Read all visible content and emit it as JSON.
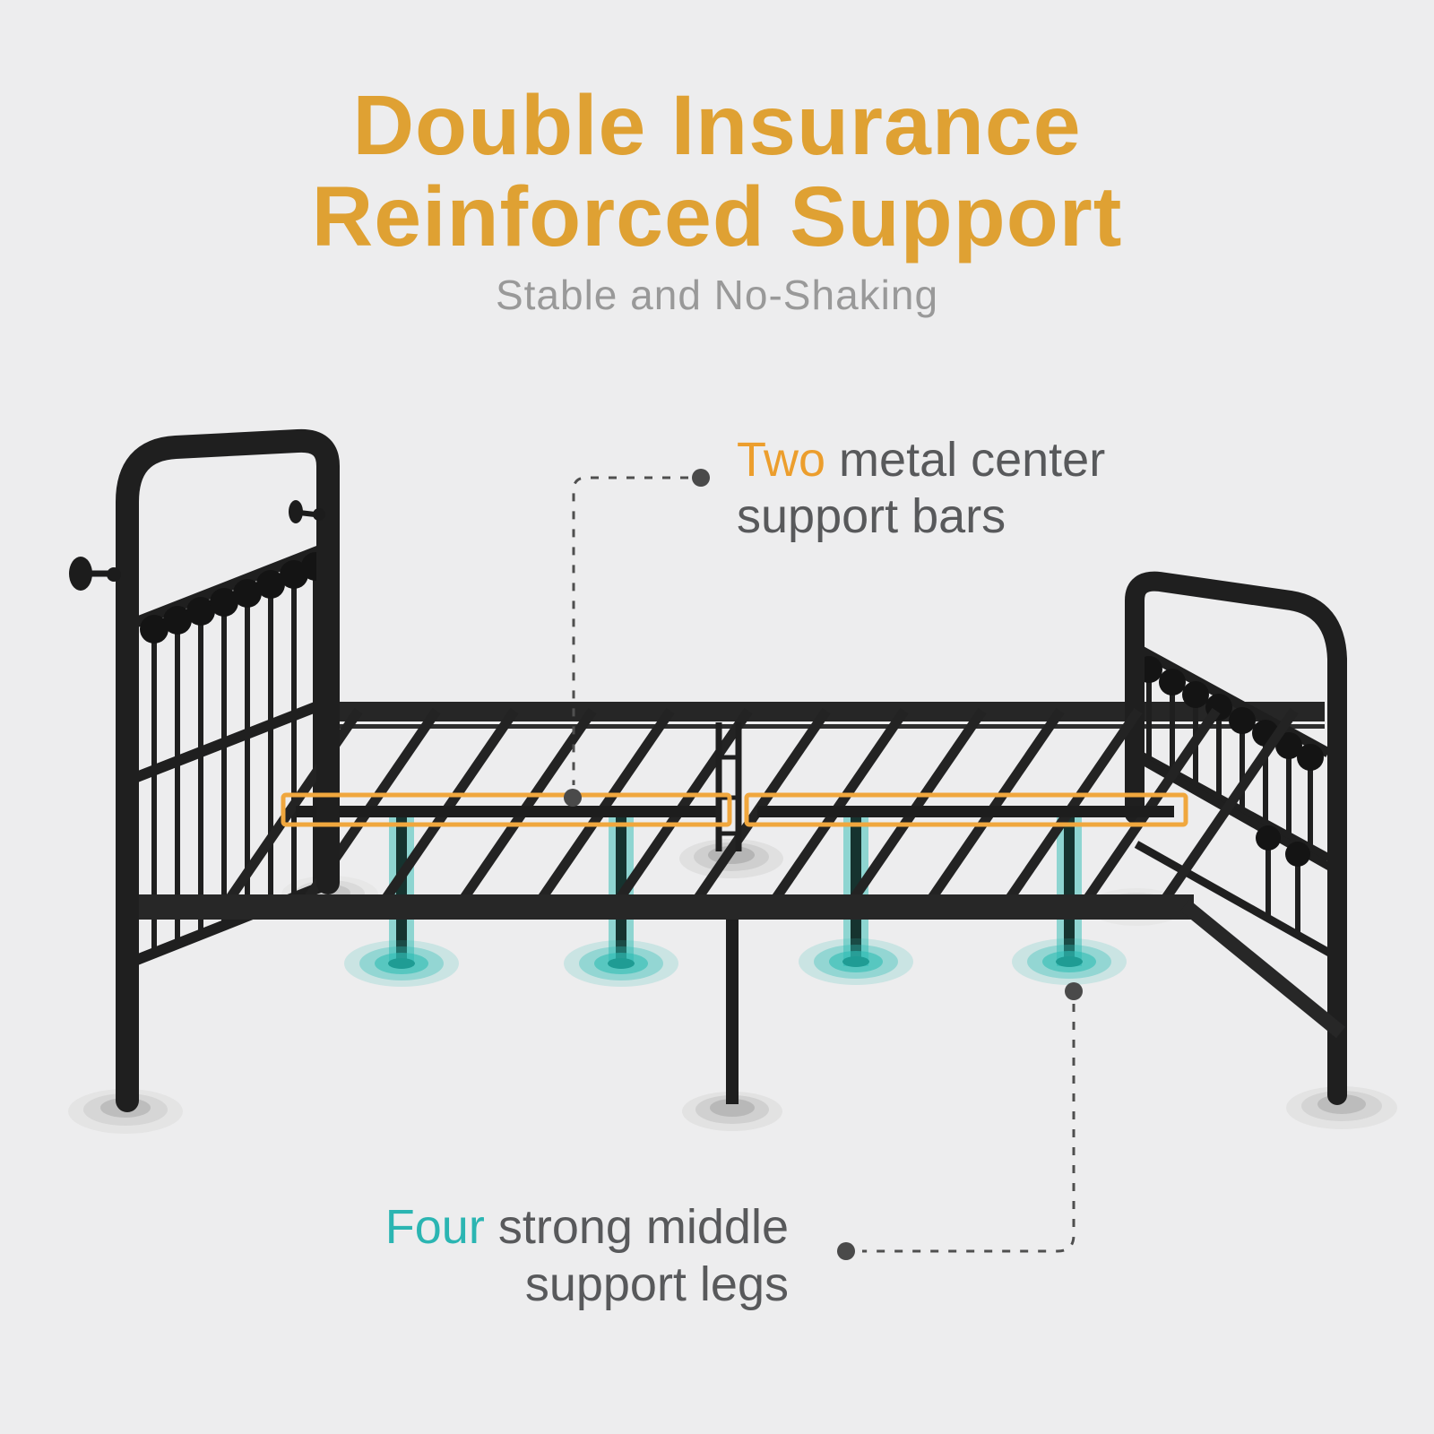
{
  "header": {
    "title_line1": "Double Insurance",
    "title_line2": "Reinforced Support",
    "subtitle": "Stable and No-Shaking"
  },
  "annotations": {
    "bars": {
      "word": "Two",
      "rest_line1": " metal center",
      "line2": "support bars"
    },
    "legs": {
      "word": "Four",
      "rest_line1": " strong middle",
      "line2": "support legs"
    }
  },
  "colors": {
    "background": "#EDEDEE",
    "title_orange": "#DFA133",
    "accent_orange": "#EC9E2D",
    "highlight_box_orange": "#F0A73E",
    "accent_teal": "#2BB5B2",
    "glow_teal": "#2FBDB4",
    "annotation_gray": "#58595B",
    "subtitle_gray": "#999999",
    "leader_gray": "#4F4F4F",
    "frame_black": "#1F1F1F"
  }
}
